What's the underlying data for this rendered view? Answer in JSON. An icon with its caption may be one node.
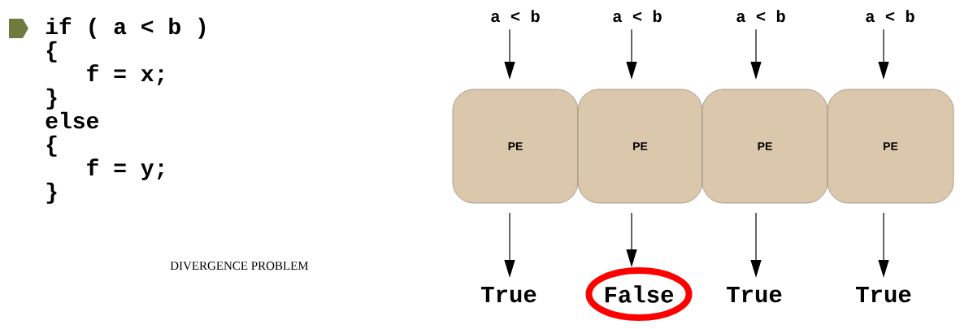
{
  "diagram": {
    "nodes": [
      {
        "text": [
          "a < b"
        ]
      },
      {
        "text": [
          "a < b"
        ]
      },
      {
        "text": [
          "a < b"
        ]
      },
      {
        "text": [
          "a < b"
        ]
      },
      {
        "text": [
          "PE"
        ]
      },
      {
        "text": [
          "PE"
        ]
      },
      {
        "text": [
          "PE"
        ]
      },
      {
        "text": [
          "PE"
        ]
      },
      {
        "text": [
          "True"
        ]
      },
      {
        "text": [
          "False"
        ]
      },
      {
        "text": [
          "True"
        ]
      },
      {
        "text": [
          "True"
        ]
      }
    ],
    "edges": [
      {
        "from": 0,
        "to": 4,
        "arrow": "to"
      },
      {
        "from": 1,
        "to": 5,
        "arrow": "to"
      },
      {
        "from": 2,
        "to": 6,
        "arrow": "to"
      },
      {
        "from": 3,
        "to": 7,
        "arrow": "to"
      },
      {
        "from": 4,
        "to": 8,
        "arrow": "to"
      },
      {
        "from": 5,
        "to": 9,
        "arrow": "to"
      },
      {
        "from": 6,
        "to": 10,
        "arrow": "to"
      },
      {
        "from": 7,
        "to": 11,
        "arrow": "to"
      }
    ],
    "labels": [
      "if ( a < b )",
      "{",
      "f = x;",
      "}",
      "else",
      "{",
      "f = y;",
      "}",
      "DIVERGENCE PROBLEM"
    ]
  }
}
